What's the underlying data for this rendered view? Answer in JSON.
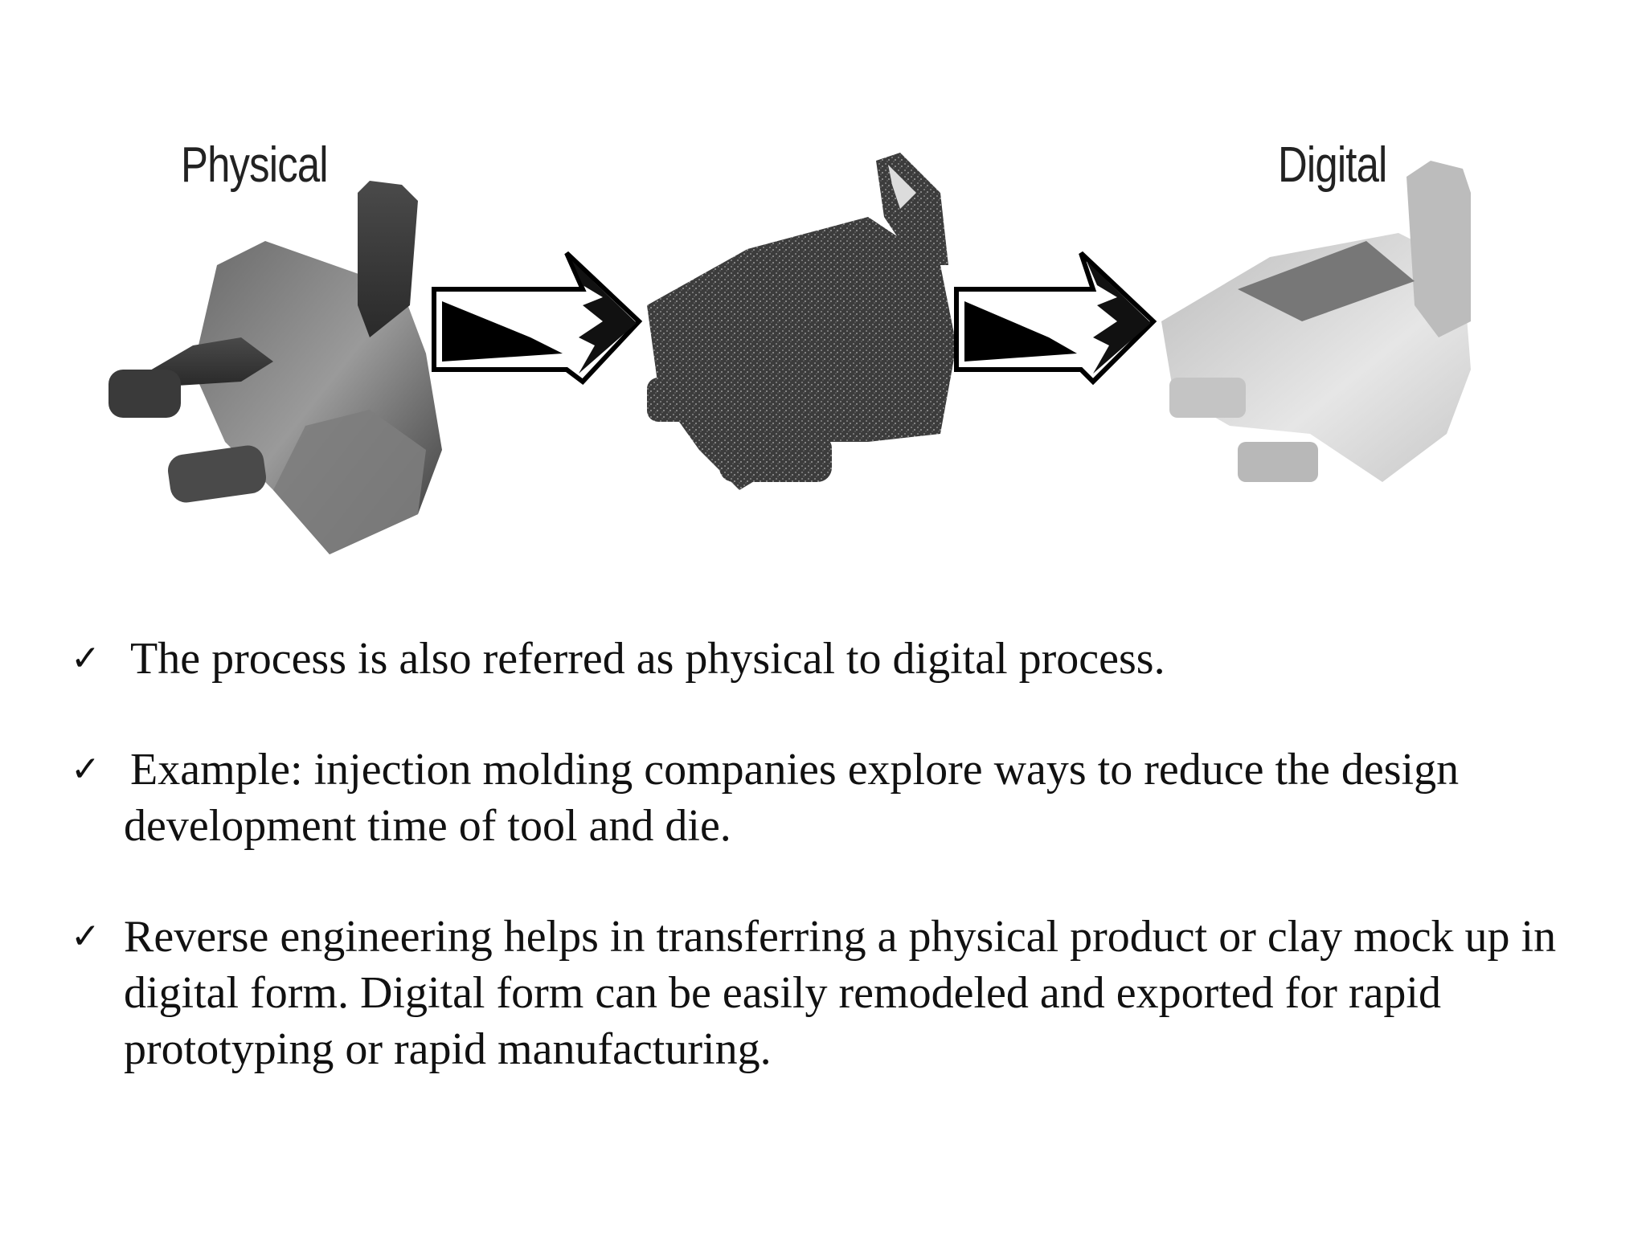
{
  "figure": {
    "label_left": "Physical",
    "label_right": "Digital",
    "stages": [
      "physical-part-photo",
      "scanned-point-cloud",
      "digital-cad-model"
    ],
    "arrow_icon": "jagged-right-arrow-icon"
  },
  "bullets": [
    {
      "icon": "checkmark-icon",
      "text": "The process is also referred as physical to digital process."
    },
    {
      "icon": "checkmark-icon",
      "text": "Example: injection molding companies explore ways to reduce the design development time of tool and die."
    },
    {
      "icon": "checkmark-icon",
      "text": "Reverse engineering helps in transferring a physical product or clay mock up in digital form. Digital form can be easily remodeled and exported for rapid prototyping or rapid manufacturing."
    }
  ]
}
